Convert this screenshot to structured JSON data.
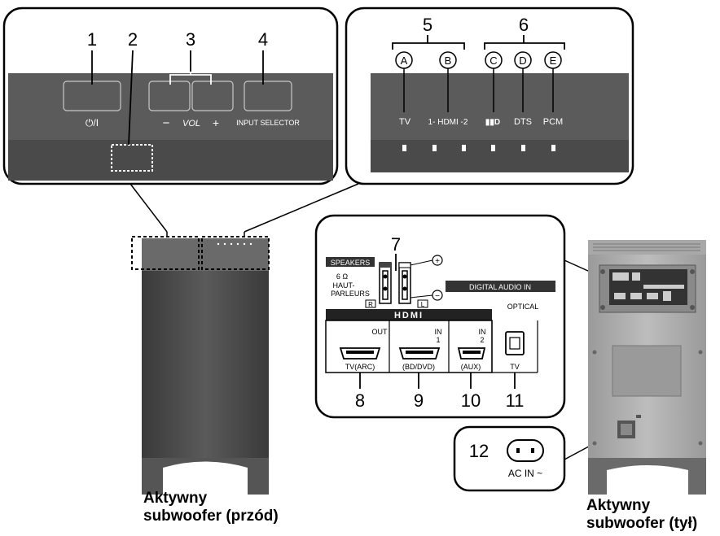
{
  "front_panel": {
    "callouts": [
      "1",
      "2",
      "3",
      "4"
    ],
    "power_label": "⏻/I",
    "vol_minus": "−",
    "vol_label": "VOL",
    "vol_plus": "+",
    "input_selector_label": "INPUT SELECTOR"
  },
  "indicator_panel": {
    "callouts": [
      "5",
      "6"
    ],
    "letters": [
      "A",
      "B",
      "C",
      "D",
      "E"
    ],
    "labels": [
      "TV",
      "1- HDMI -2",
      "▮▮D",
      "DTS",
      "PCM"
    ]
  },
  "rear_panel": {
    "callouts": [
      "7",
      "8",
      "9",
      "10",
      "11"
    ],
    "speakers_title": "SPEAKERS",
    "impedance": "6 Ω",
    "haut_line1": "HAUT-",
    "haut_line2": "PARLEURS",
    "r_label": "R",
    "l_label": "L",
    "plus_sign": "+",
    "minus_sign": "−",
    "digital_audio_title": "DIGITAL AUDIO IN",
    "optical_label": "OPTICAL",
    "hdmi_logo": "HDMI",
    "out_label": "OUT",
    "in1_label": "IN",
    "in1_num": "1",
    "in2_label": "IN",
    "in2_num": "2",
    "port_labels": [
      "TV(ARC)",
      "(BD/DVD)",
      "(AUX)",
      "TV"
    ]
  },
  "ac_panel": {
    "callout": "12",
    "label": "AC IN ~"
  },
  "captions": {
    "front_line1": "Aktywny",
    "front_line2": "subwoofer (przód)",
    "rear_line1": "Aktywny",
    "rear_line2": "subwoofer (tył)"
  },
  "colors": {
    "panel_dark": "#555555",
    "panel_lighter": "#6e6e6e",
    "panel_bottom": "#3f3f3f",
    "body_dark": "#4a4a4a",
    "label_white": "#ffffff"
  }
}
